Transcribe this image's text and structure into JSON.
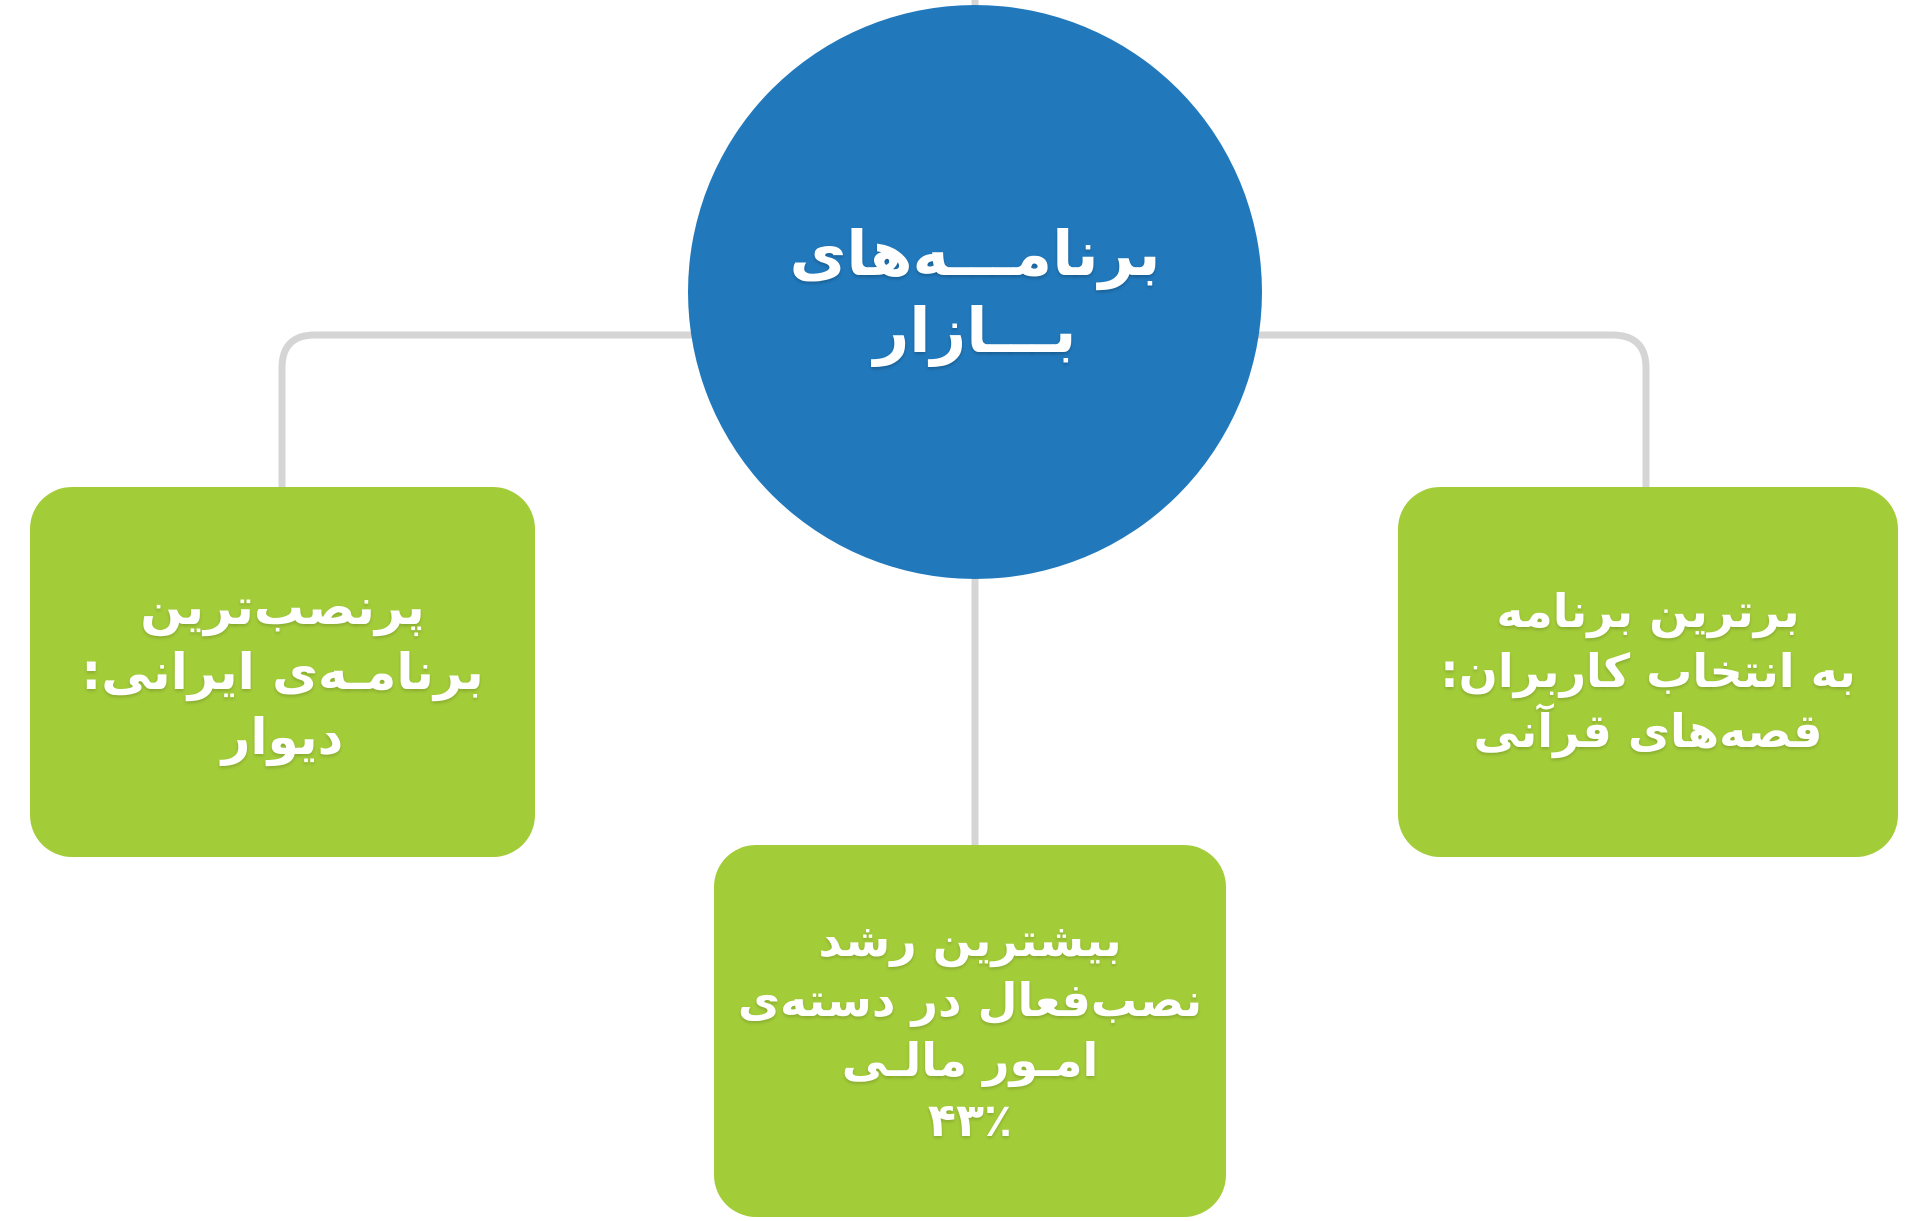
{
  "diagram": {
    "type": "hub-and-spoke",
    "title": "برنامه‌های بازار",
    "background_color": "#ffffff",
    "connector_color": "#d5d5d5",
    "hub": {
      "id": "hub-bazaar-apps",
      "label": "برنامـــه‌های\nبـــازار",
      "shape": "circle",
      "fill_color": "#2179bc",
      "text_color": "#ffffff"
    },
    "leaves": [
      {
        "id": "leaf-most-installed-iranian-app",
        "position": "left",
        "label": "پرنصب‌ترین\nبرنامـه‌ی ایرانی:\nدیوار",
        "shape": "rounded-rectangle",
        "fill_color": "#a3cc39",
        "text_color": "#ffffff",
        "stat_label": "پرنصب‌ترین برنامه‌ی ایرانی",
        "stat_value": "دیوار"
      },
      {
        "id": "leaf-highest-active-install-growth",
        "position": "bottom",
        "label": "بیشترین رشد\nنصب‌فعال در دسته‌ی\nامـور مالـی\n۴۳٪",
        "shape": "rounded-rectangle",
        "fill_color": "#a3cc39",
        "text_color": "#ffffff",
        "stat_label": "بیشترین رشد نصب‌فعال در دسته‌ی امور مالی",
        "stat_value": "۴۳٪"
      },
      {
        "id": "leaf-top-app-by-user-choice",
        "position": "right",
        "label": "برترین برنامه\nبه انتخاب کاربران:\nقصه‌های قرآنی",
        "shape": "rounded-rectangle",
        "fill_color": "#a3cc39",
        "text_color": "#ffffff",
        "stat_label": "برترین برنامه به انتخاب کاربران",
        "stat_value": "قصه‌های قرآنی"
      }
    ]
  }
}
